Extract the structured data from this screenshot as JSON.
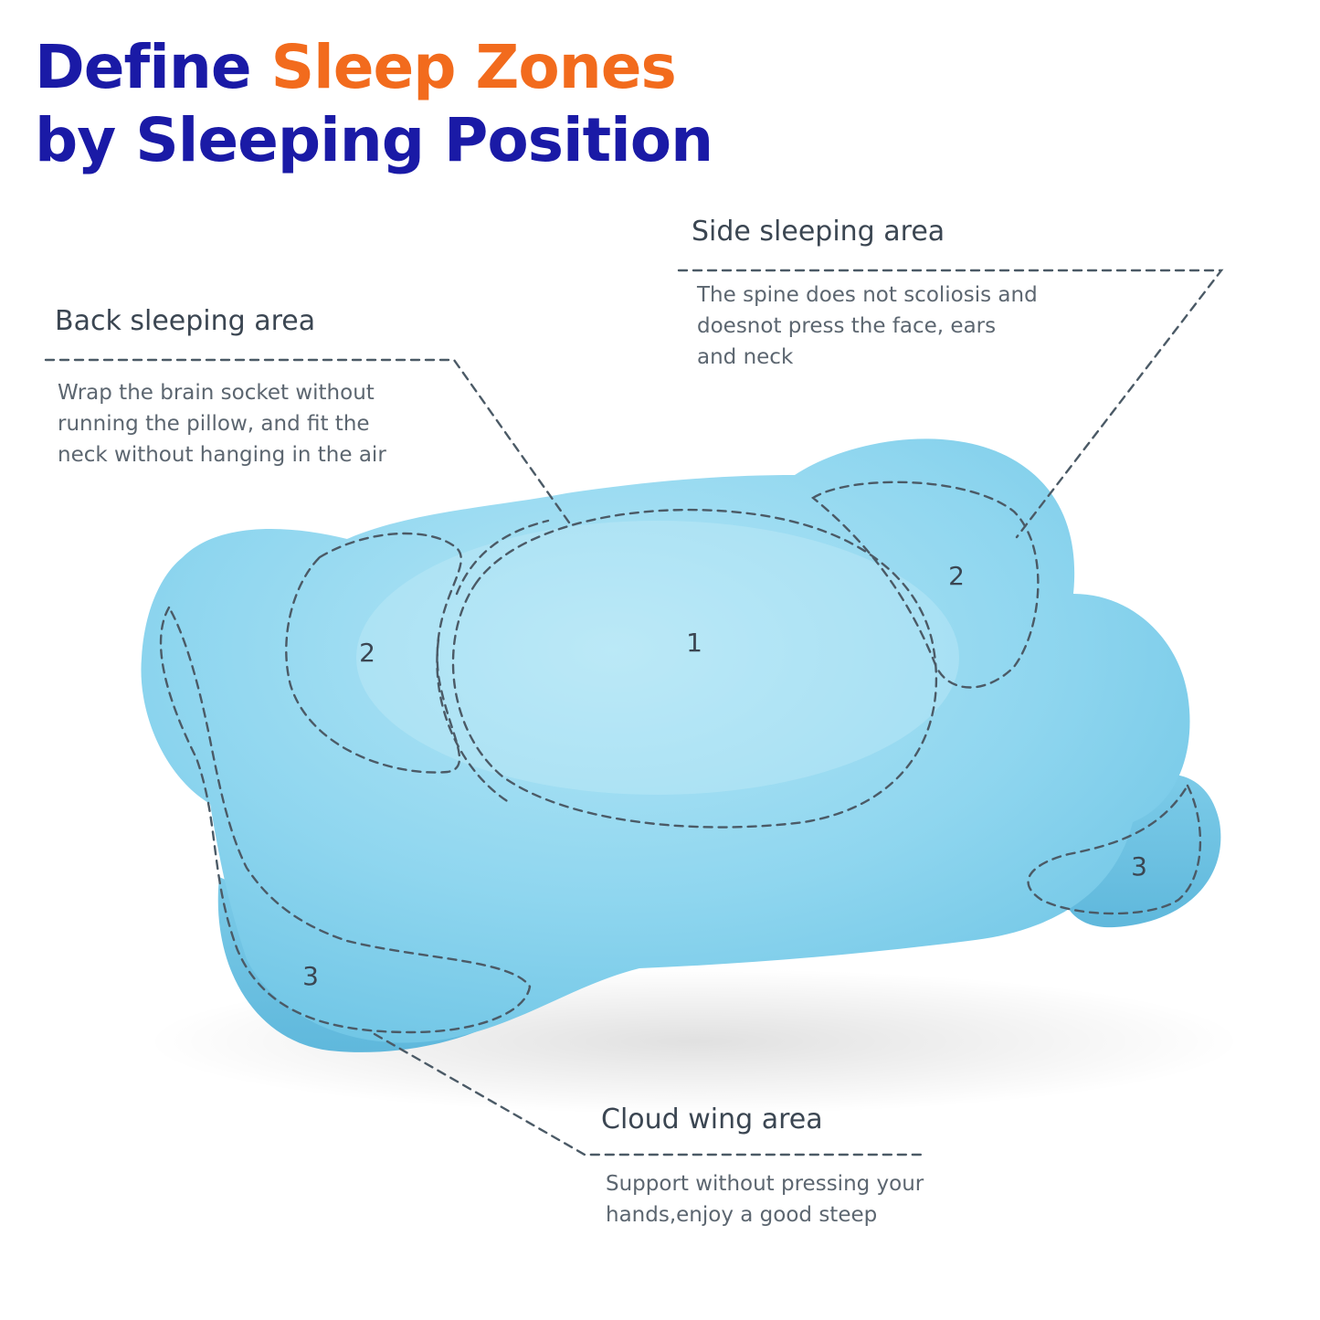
{
  "headline": {
    "line1_part1": "Define ",
    "line1_part2": "Sleep Zones",
    "line2": "by Sleeping Position"
  },
  "areas": {
    "side": {
      "title": "Side sleeping area",
      "desc": [
        "The spine does not scoliosis and",
        "doesnot press the face, ears",
        "and neck"
      ]
    },
    "back": {
      "title": "Back sleeping area",
      "desc": [
        "Wrap the brain socket without",
        "running the pillow, and fit the",
        "neck without hanging in the air"
      ]
    },
    "cloud": {
      "title": "Cloud wing area",
      "desc": [
        "Support without pressing your",
        "hands,enjoy a good steep"
      ]
    }
  },
  "zones": {
    "center": "1",
    "left_side": "2",
    "right_side": "2",
    "left_wing": "3",
    "right_wing": "3"
  },
  "colors": {
    "headline_blue": "#1a1aa6",
    "headline_orange": "#f26b1d",
    "label_title": "#3b4652",
    "label_desc": "#5c6670",
    "pillow_blue": "#8fd6ef",
    "dash": "#4b5a66"
  }
}
